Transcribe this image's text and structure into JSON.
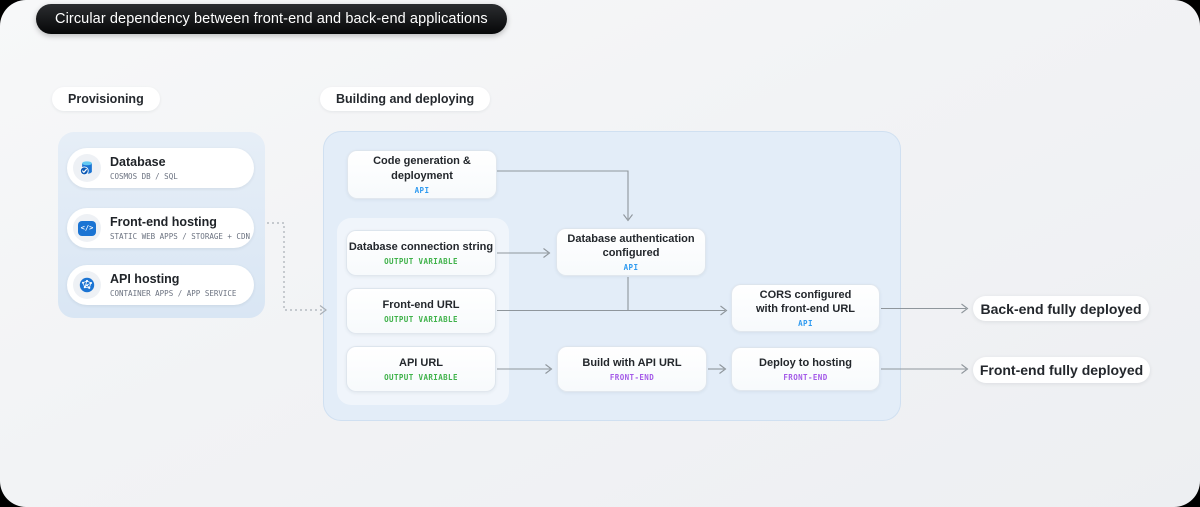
{
  "title": "Circular dependency between front-end and back-end applications",
  "sections": {
    "provisioning": "Provisioning",
    "building": "Building and deploying"
  },
  "provisioning": {
    "cards": [
      {
        "title": "Database",
        "subtitle": "COSMOS DB / SQL",
        "icon": "database-icon"
      },
      {
        "title": "Front-end hosting",
        "subtitle": "STATIC WEB APPS / STORAGE + CDN",
        "icon": "code-brackets-icon"
      },
      {
        "title": "API hosting",
        "subtitle": "CONTAINER APPS / APP SERVICE",
        "icon": "globe-network-icon"
      }
    ],
    "code_glyph": "</>"
  },
  "nodes": {
    "code_gen": {
      "line1": "Code generation &",
      "line2": "deployment",
      "tag": "API"
    },
    "db_conn": {
      "line1": "Database connection string",
      "tag": "OUTPUT VARIABLE"
    },
    "fe_url": {
      "line1": "Front-end URL",
      "tag": "OUTPUT VARIABLE"
    },
    "api_url": {
      "line1": "API URL",
      "tag": "OUTPUT VARIABLE"
    },
    "db_auth": {
      "line1": "Database authentication",
      "line2": "configured",
      "tag": "API"
    },
    "build": {
      "line1": "Build with API URL",
      "tag": "FRONT-END"
    },
    "cors": {
      "line1": "CORS configured",
      "line2": "with front-end URL",
      "tag": "API"
    },
    "deploy": {
      "line1": "Deploy to hosting",
      "tag": "FRONT-END"
    }
  },
  "outcomes": {
    "backend": "Back-end fully deployed",
    "frontend": "Front-end fully deployed"
  },
  "colors": {
    "api": "#2e9af0",
    "out": "#3fb24a",
    "fe": "#a45ae8",
    "arrow": "#8f969c",
    "dotted": "#a9afb6",
    "icon": "#1b74d3"
  }
}
